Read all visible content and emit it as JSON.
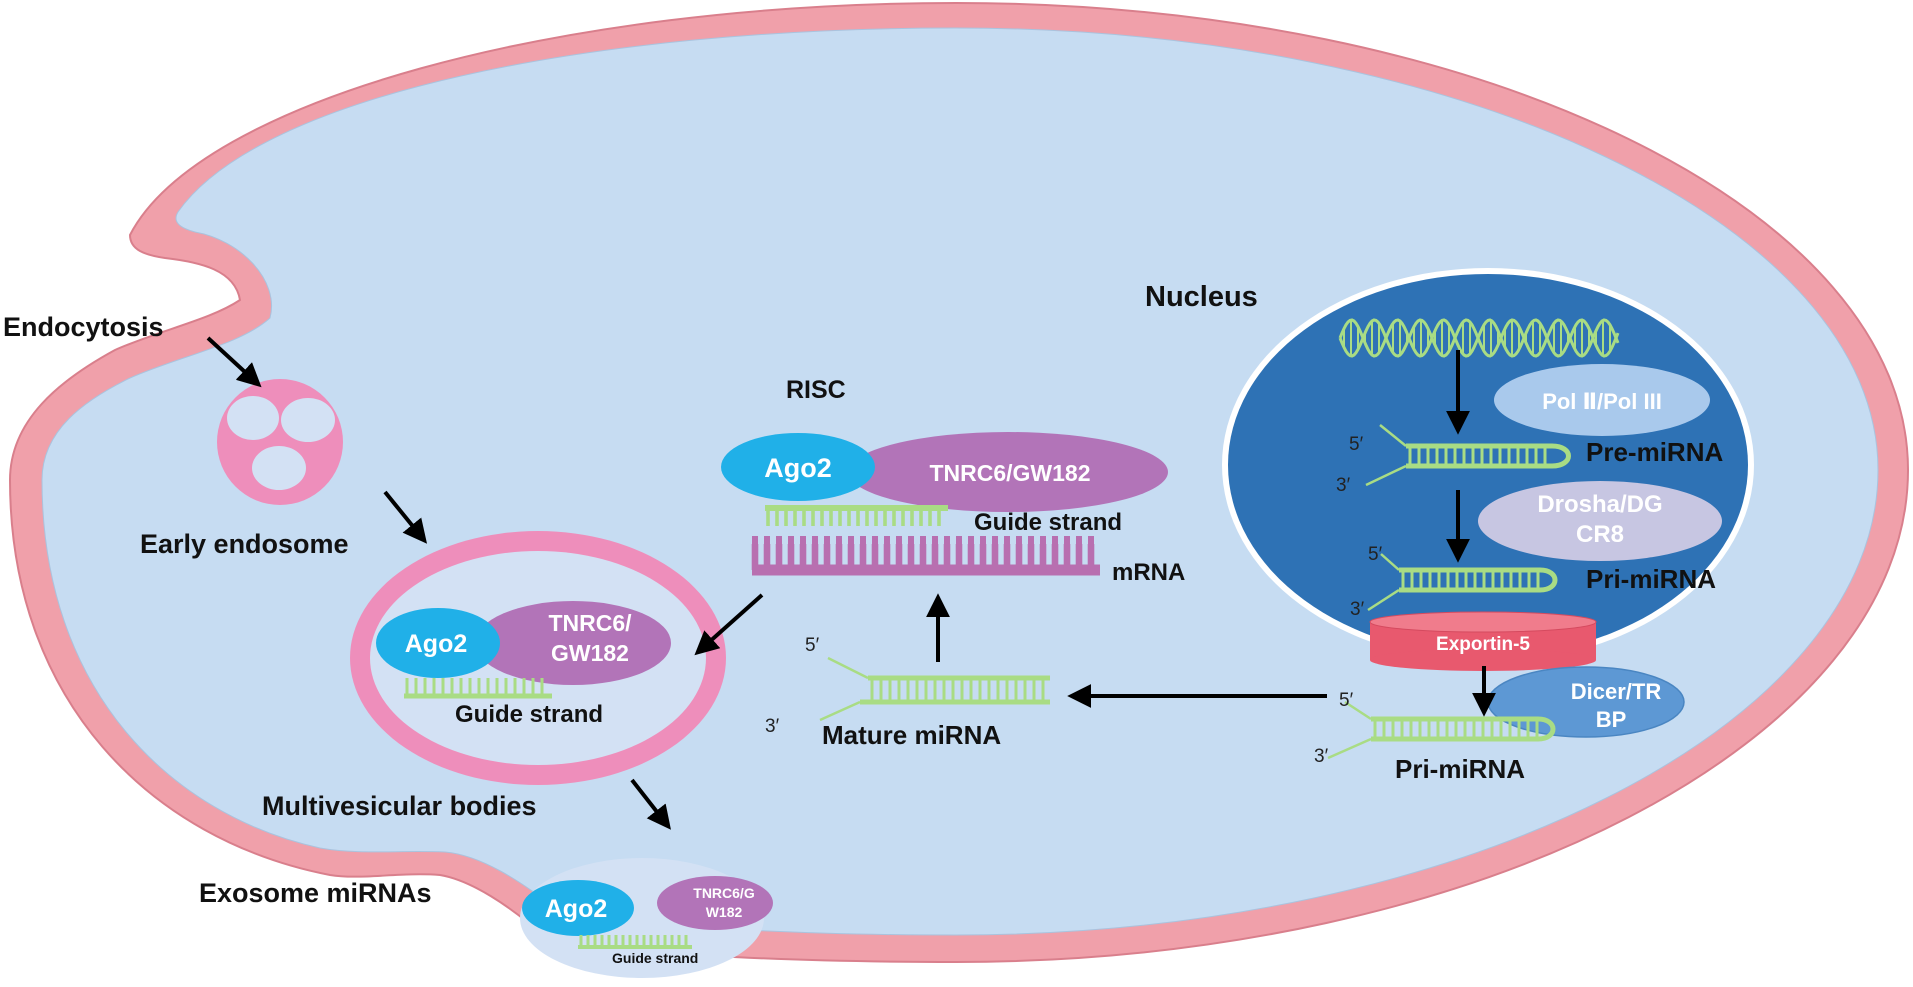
{
  "labels": {
    "endocytosis": "Endocytosis",
    "early_endosome": "Early endosome",
    "multivesicular_bodies": "Multivesicular bodies",
    "exosome_mirnas": "Exosome miRNAs",
    "risc": "RISC",
    "nucleus": "Nucleus",
    "guide_strand": "Guide strand",
    "mrna": "mRNA",
    "mature_mirna": "Mature miRNA",
    "pre_mirna": "Pre-miRNA",
    "pri_mirna_nucleus": "Pri-miRNA",
    "pri_mirna_cytoplasm": "Pri-miRNA"
  },
  "proteins": {
    "ago2": "Ago2",
    "risc_tnrc6": "TNRC6/GW182",
    "mvb_tnrc6_line1": "TNRC6/",
    "mvb_tnrc6_line2": "GW182",
    "exo_tnrc6_line1": "TNRC6/G",
    "exo_tnrc6_line2": "W182",
    "pol": "Pol Ⅱ/Pol III",
    "drosha_line1": "Drosha/DG",
    "drosha_line2": "CR8",
    "exportin": "Exportin-5",
    "dicer_line1": "Dicer/TR",
    "dicer_line2": "BP"
  },
  "ends": {
    "five": "5′",
    "three": "3′"
  },
  "colors": {
    "membrane": "#f0a0aa",
    "membrane_edge": "#d97f8c",
    "cytoplasm": "#c6dcf2",
    "nucleus": "#2e72b5",
    "rna": "#a9dc84",
    "mrna": "#b86fb0",
    "ago2": "#20b0e8",
    "tnrc6": "#b274b8",
    "exportin": "#e8596e",
    "dicer": "#5d98d4",
    "pol": "#a9c9ec",
    "drosha": "#c7c6e2",
    "endosome": "#ee8ebb",
    "endosome_inner": "#d3e1f4"
  }
}
